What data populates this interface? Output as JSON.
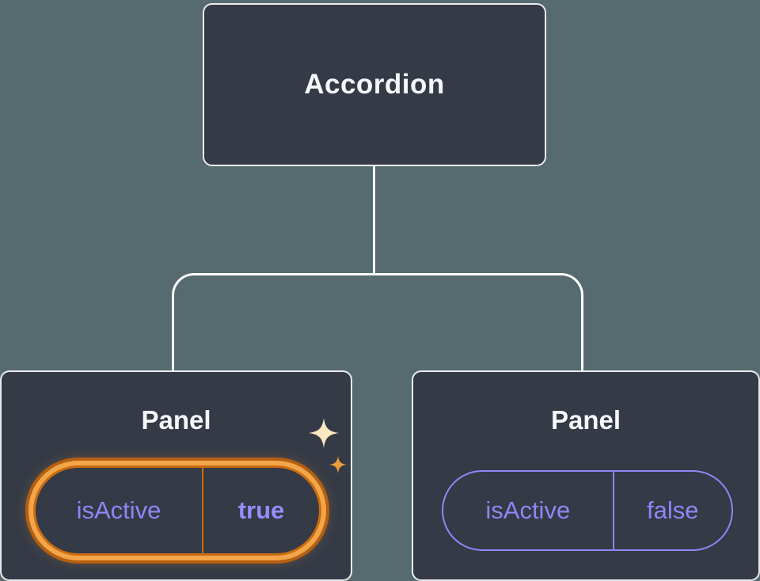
{
  "diagram": {
    "root": {
      "label": "Accordion"
    },
    "children": [
      {
        "label": "Panel",
        "prop_name": "isActive",
        "prop_value": "true",
        "highlighted": true
      },
      {
        "label": "Panel",
        "prop_name": "isActive",
        "prop_value": "false",
        "highlighted": false
      }
    ],
    "colors": {
      "background": "#566b70",
      "node_background": "#343a46",
      "node_border": "#ffffff",
      "connector": "#ffffff",
      "prop_text": "#8f86f7",
      "highlight_ring_dark": "#b55f10",
      "highlight_ring_gold": "#f3a54a",
      "sparkle_large": "#fbe7c0",
      "sparkle_small": "#f09d3c"
    }
  }
}
